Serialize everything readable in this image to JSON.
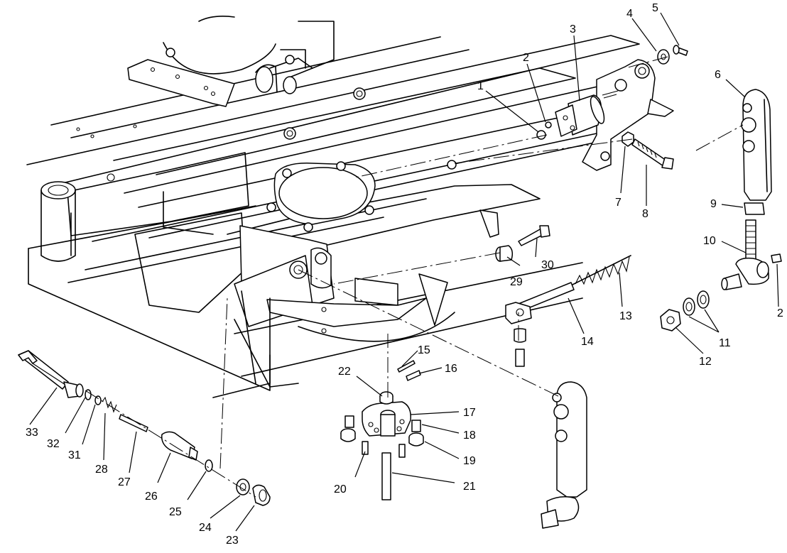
{
  "callouts": {
    "c1": "1",
    "c2a": "2",
    "c2b": "2",
    "c3": "3",
    "c4": "4",
    "c5": "5",
    "c6": "6",
    "c7": "7",
    "c8": "8",
    "c9": "9",
    "c10": "10",
    "c11": "11",
    "c12": "12",
    "c13": "13",
    "c14": "14",
    "c15": "15",
    "c16": "16",
    "c17": "17",
    "c18": "18",
    "c19": "19",
    "c20": "20",
    "c21": "21",
    "c22": "22",
    "c23": "23",
    "c24": "24",
    "c25": "25",
    "c26": "26",
    "c27": "27",
    "c28": "28",
    "c29": "29",
    "c30": "30",
    "c31": "31",
    "c32": "32",
    "c33": "33"
  }
}
